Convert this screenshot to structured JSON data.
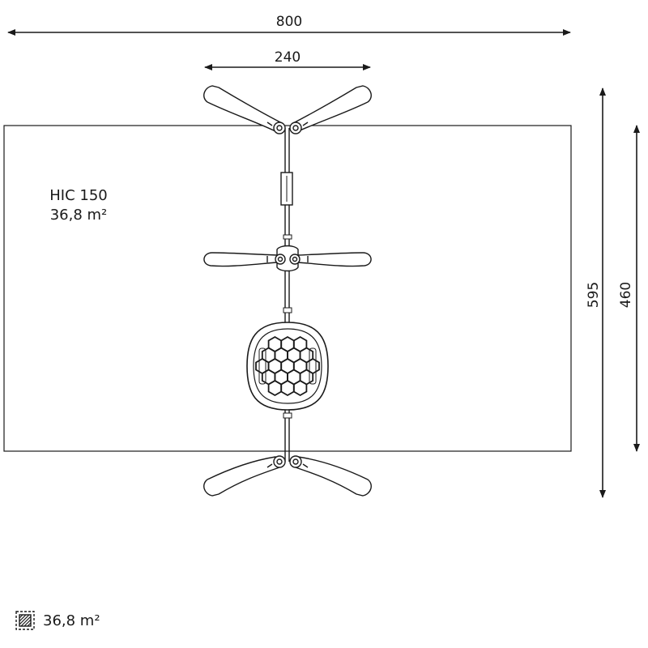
{
  "dimensions": {
    "overall_width": "800",
    "equipment_width": "240",
    "overall_length": "595",
    "area_length": "460"
  },
  "safety_area": {
    "hic_label": "HIC 150",
    "area_label": "36,8 m²"
  },
  "legend": {
    "icon": "hatched-area-icon",
    "area_label": "36,8 m²"
  },
  "colors": {
    "line": "#1a1a1a",
    "background": "#ffffff"
  }
}
